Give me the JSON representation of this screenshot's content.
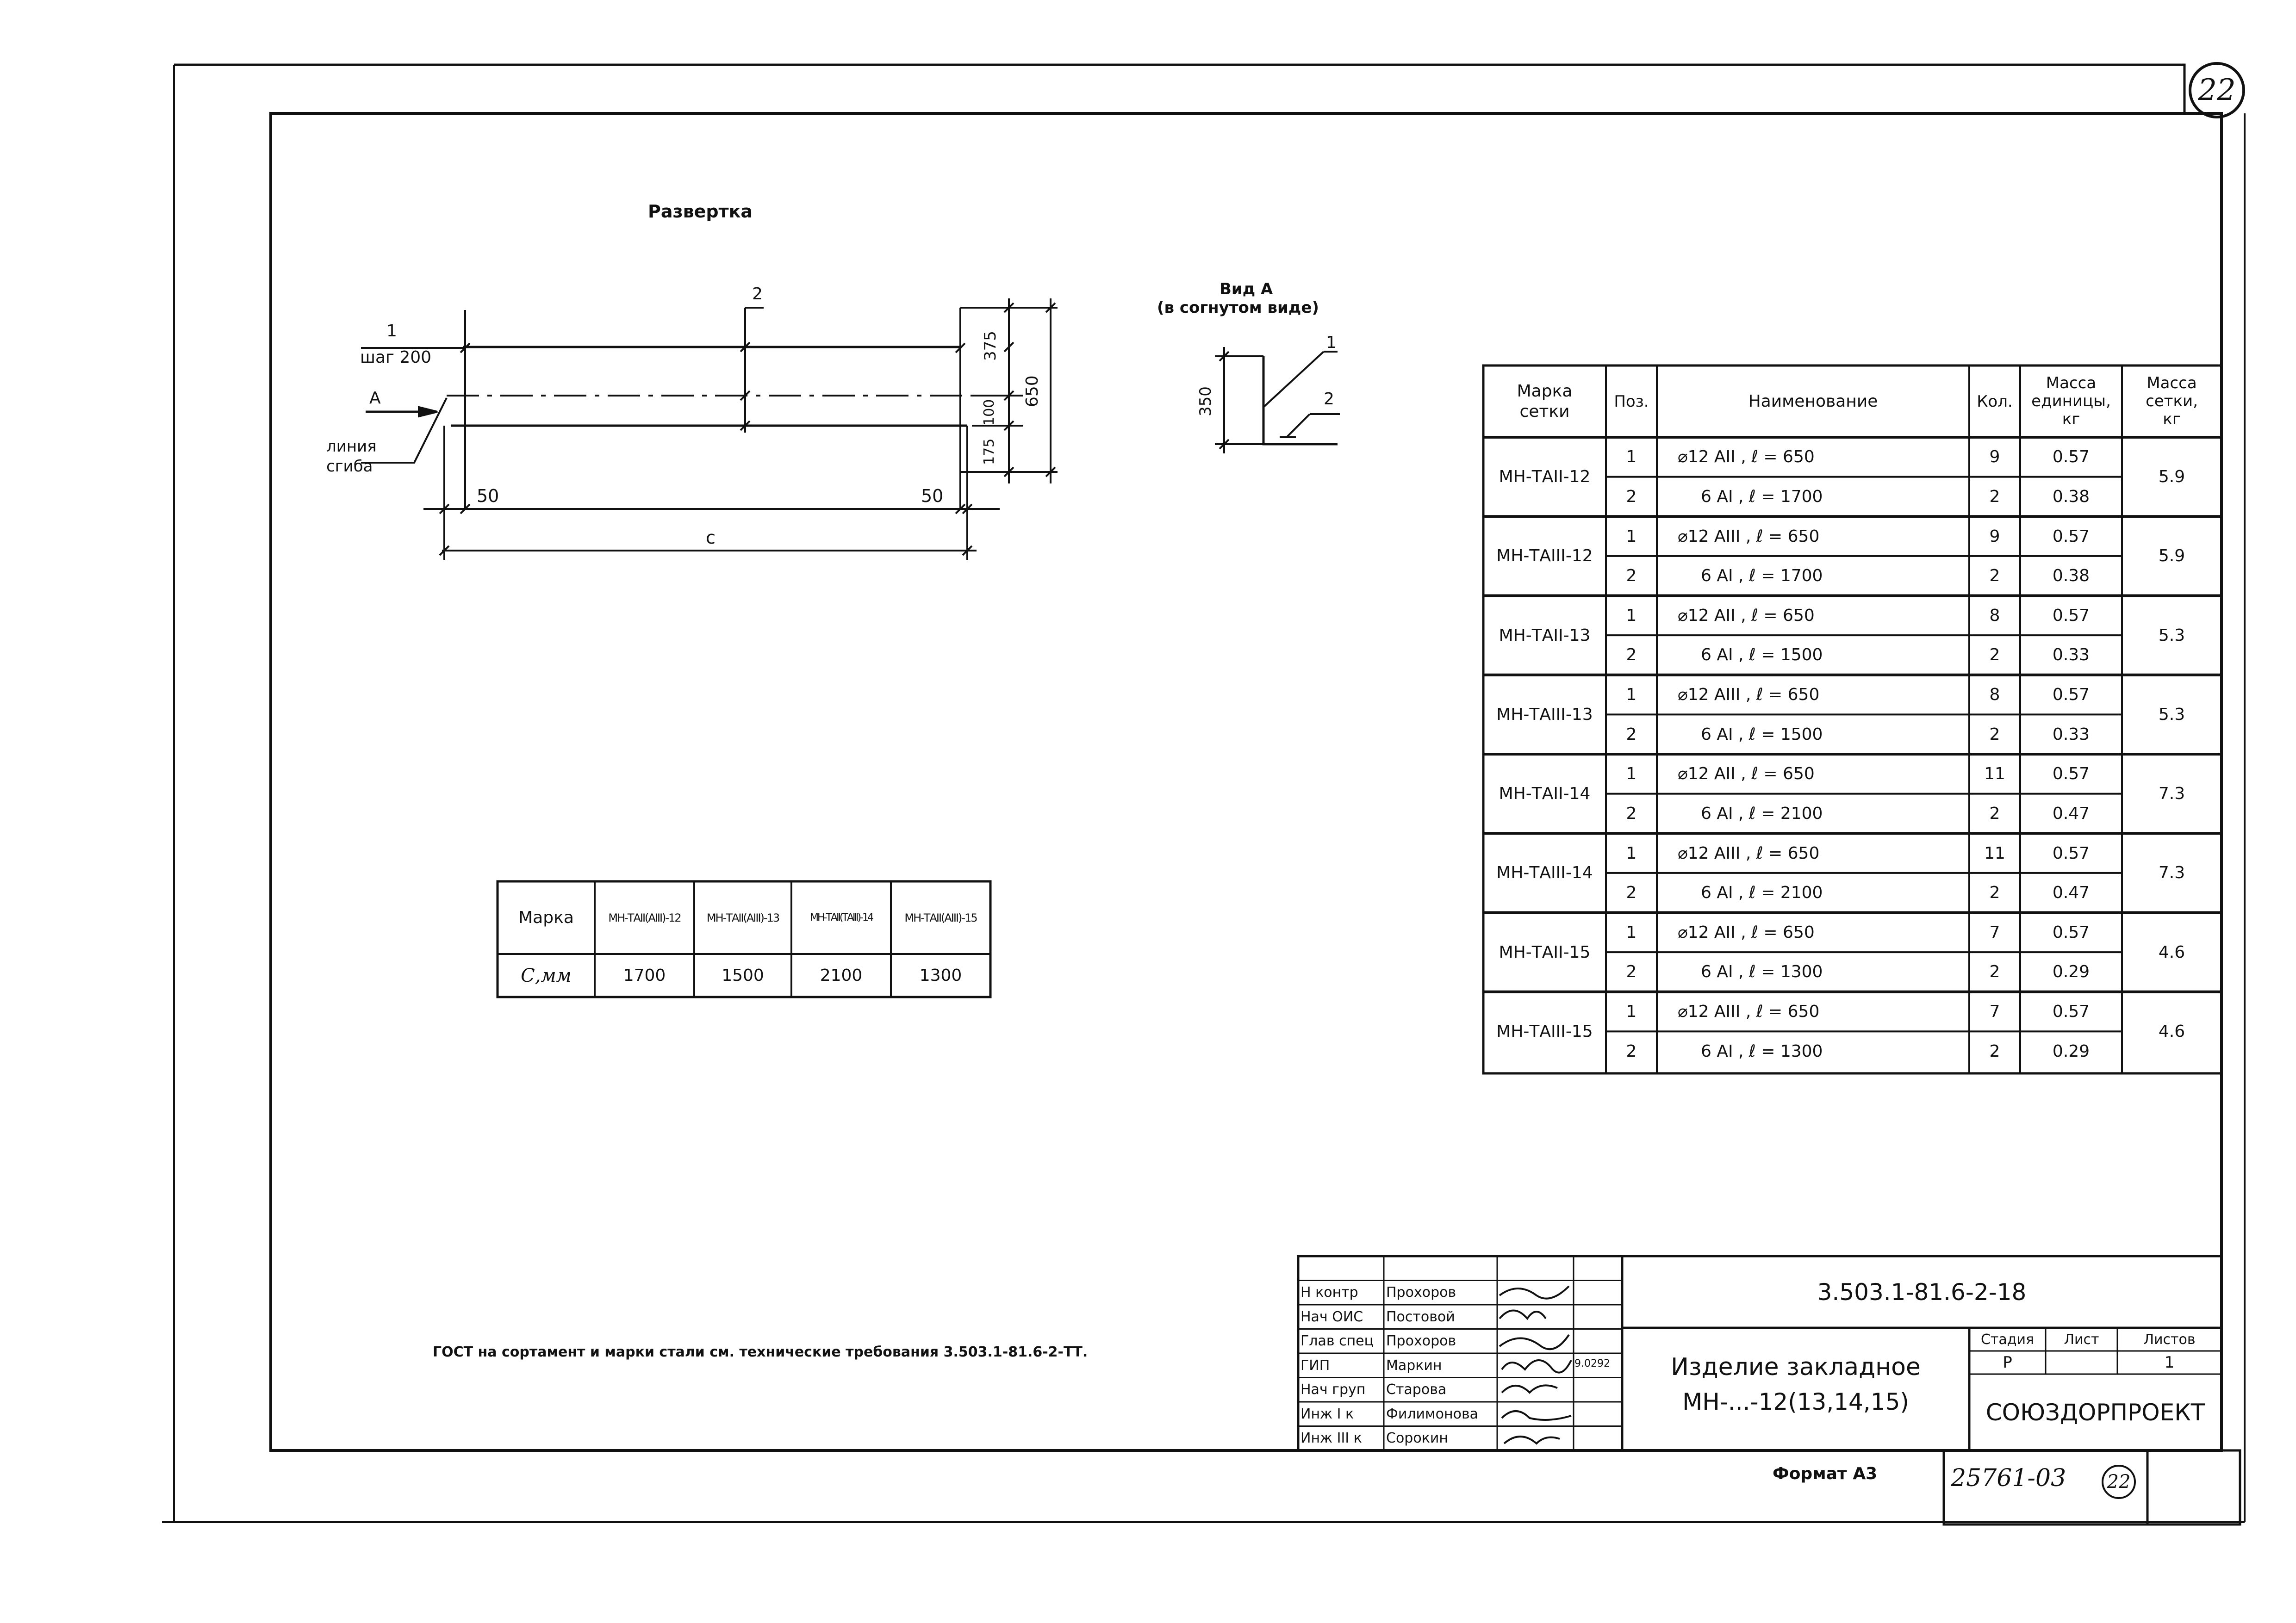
{
  "page_number": "22",
  "drawing": {
    "title": "Развертка",
    "pos1": "1",
    "pos2": "2",
    "step": "шаг 200",
    "view_letter": "А",
    "bend_line_1": "линия",
    "bend_line_2": "сгиба",
    "dim_50_left": "50",
    "dim_50_right": "50",
    "dim_c": "с",
    "dim_375": "375",
    "dim_100": "100",
    "dim_175": "175",
    "dim_650": "650"
  },
  "view_a": {
    "title": "Вид А",
    "subtitle": "(в согнутом виде)",
    "pos1": "1",
    "pos2": "2",
    "dim_350": "350"
  },
  "c_table": {
    "header": [
      "Марка",
      "МН-ТАII(АIII)-12",
      "МН-ТАII(АIII)-13",
      "МН-ТАII(ТАIII)-14",
      "МН-ТАII(АIII)-15"
    ],
    "row_label": "С,мм",
    "values": [
      "1700",
      "1500",
      "2100",
      "1300"
    ]
  },
  "spec_table": {
    "headers": {
      "mark": "Марка сетки",
      "pos": "Поз.",
      "name": "Наименование",
      "qty": "Кол.",
      "unit_mass": "Масса единицы, кг",
      "total_mass": "Масса сетки, кг"
    },
    "groups": [
      {
        "mark": "МН-ТАII-12",
        "total": "5.9",
        "rows": [
          {
            "pos": "1",
            "name": "⌀12  АII  ,  ℓ = 650",
            "qty": "9",
            "mass": "0.57"
          },
          {
            "pos": "2",
            "name": "6  АI  ,  ℓ = 1700",
            "qty": "2",
            "mass": "0.38"
          }
        ]
      },
      {
        "mark": "МН-ТАIII-12",
        "total": "5.9",
        "rows": [
          {
            "pos": "1",
            "name": "⌀12  АIII  ,  ℓ = 650",
            "qty": "9",
            "mass": "0.57"
          },
          {
            "pos": "2",
            "name": "6  АI  ,  ℓ = 1700",
            "qty": "2",
            "mass": "0.38"
          }
        ]
      },
      {
        "mark": "МН-ТАII-13",
        "total": "5.3",
        "rows": [
          {
            "pos": "1",
            "name": "⌀12  АII  ,  ℓ = 650",
            "qty": "8",
            "mass": "0.57"
          },
          {
            "pos": "2",
            "name": "6  АI  ,  ℓ = 1500",
            "qty": "2",
            "mass": "0.33"
          }
        ]
      },
      {
        "mark": "МН-ТАIII-13",
        "total": "5.3",
        "rows": [
          {
            "pos": "1",
            "name": "⌀12  АIII  ,  ℓ = 650",
            "qty": "8",
            "mass": "0.57"
          },
          {
            "pos": "2",
            "name": "6  АI  ,  ℓ = 1500",
            "qty": "2",
            "mass": "0.33"
          }
        ]
      },
      {
        "mark": "МН-ТАII-14",
        "total": "7.3",
        "rows": [
          {
            "pos": "1",
            "name": "⌀12  АII  ,  ℓ = 650",
            "qty": "11",
            "mass": "0.57"
          },
          {
            "pos": "2",
            "name": "6  АI  ,  ℓ = 2100",
            "qty": "2",
            "mass": "0.47"
          }
        ]
      },
      {
        "mark": "МН-ТАIII-14",
        "total": "7.3",
        "rows": [
          {
            "pos": "1",
            "name": "⌀12  АIII  ,  ℓ = 650",
            "qty": "11",
            "mass": "0.57"
          },
          {
            "pos": "2",
            "name": "6  АI  ,  ℓ = 2100",
            "qty": "2",
            "mass": "0.47"
          }
        ]
      },
      {
        "mark": "МН-ТАII-15",
        "total": "4.6",
        "rows": [
          {
            "pos": "1",
            "name": "⌀12  АII  ,  ℓ = 650",
            "qty": "7",
            "mass": "0.57"
          },
          {
            "pos": "2",
            "name": "6  АI  ,  ℓ = 1300",
            "qty": "2",
            "mass": "0.29"
          }
        ]
      },
      {
        "mark": "МН-ТАIII-15",
        "total": "4.6",
        "rows": [
          {
            "pos": "1",
            "name": "⌀12  АIII  ,  ℓ = 650",
            "qty": "7",
            "mass": "0.57"
          },
          {
            "pos": "2",
            "name": "6  АI  ,  ℓ = 1300",
            "qty": "2",
            "mass": "0.29"
          }
        ]
      }
    ]
  },
  "note": "ГОСТ на сортамент и марки стали см. технические требования 3.503.1-81.6-2-ТТ.",
  "title_block": {
    "doc_code": "3.503.1-81.6-2-18",
    "item_title_1": "Изделие закладное",
    "item_title_2": "МН-...-12(13,14,15)",
    "stage_label": "Стадия",
    "sheet_label": "Лист",
    "sheets_label": "Листов",
    "stage_value": "Р",
    "sheet_value": "",
    "sheets_value": "1",
    "organization": "СОЮЗДОРПРОЕКТ",
    "date": "9.0292",
    "roles": [
      {
        "role": "Н контр",
        "name": "Прохоров"
      },
      {
        "role": "Нач ОИС",
        "name": "Постовой"
      },
      {
        "role": "Глав спец",
        "name": "Прохоров"
      },
      {
        "role": "ГИП",
        "name": "Маркин"
      },
      {
        "role": "Нач груп",
        "name": "Старова"
      },
      {
        "role": "Инж I к",
        "name": "Филимонова"
      },
      {
        "role": "Инж III к",
        "name": "Сорокин"
      }
    ]
  },
  "format": "Формат А3",
  "archive_number": "25761-03",
  "archive_sheet": "22"
}
